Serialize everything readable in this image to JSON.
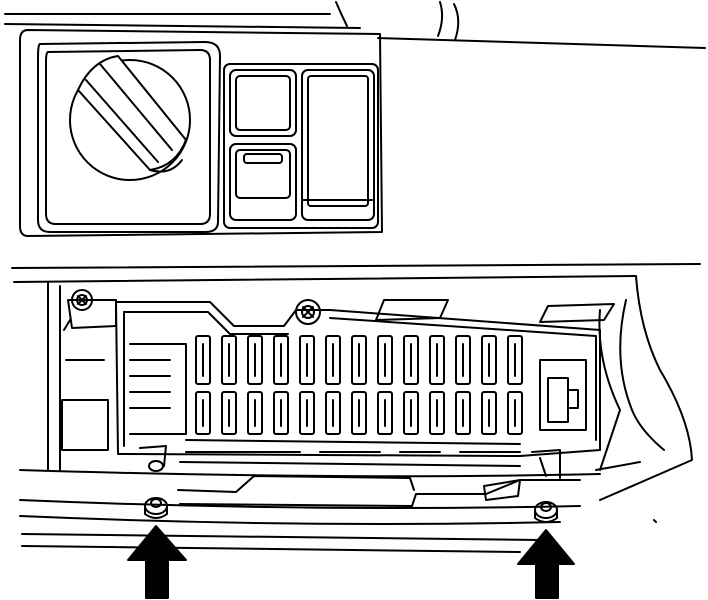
{
  "diagram": {
    "kind": "line-art",
    "ink_color": "#000000",
    "paper_color": "#ffffff",
    "parts": {
      "light_switch": "rotary-knob",
      "switch_bank": "rocker-switches",
      "fuse_box": {
        "fuse_rows": 2,
        "fuses_per_row": 13
      },
      "screws": 2,
      "fastener_nuts": 2,
      "arrows": 2
    },
    "icons": [
      "knob-icon",
      "screw-icon",
      "nut-icon",
      "arrow-up-icon"
    ]
  }
}
